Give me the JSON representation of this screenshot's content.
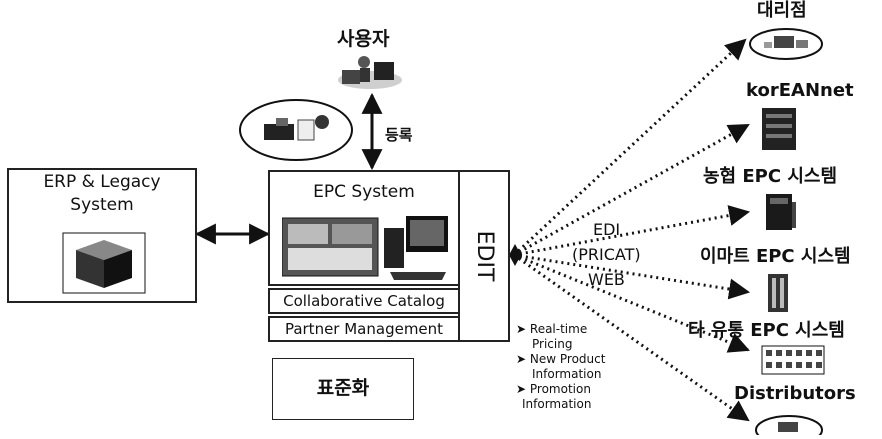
{
  "user": {
    "label": "사용자"
  },
  "register": {
    "label": "등록"
  },
  "erp": {
    "title_line1": "ERP & Legacy",
    "title_line2": "System"
  },
  "epc": {
    "title": "EPC System"
  },
  "catalog": {
    "label": "Collaborative Catalog"
  },
  "partner": {
    "label": "Partner Management"
  },
  "edit": {
    "label": "EDIT"
  },
  "standardize": {
    "label": "표준화"
  },
  "channels": {
    "line1": "EDI",
    "line2": "(PRICAT)",
    "line3": "WEB"
  },
  "info_items": [
    {
      "line1": "Real-time",
      "line2": "Pricing"
    },
    {
      "line1": "New Product",
      "line2": "Information"
    },
    {
      "line1": "Promotion",
      "line2": "Information"
    }
  ],
  "targets": [
    {
      "label": "대리점"
    },
    {
      "label": "korEANnet"
    },
    {
      "label": "농협 EPC 시스템"
    },
    {
      "label": "이마트 EPC 시스템"
    },
    {
      "label": "타 유통 EPC 시스템"
    },
    {
      "label": "Distributors"
    }
  ],
  "colors": {
    "line": "#111111",
    "icon_dark": "#1a1a1a",
    "icon_mid": "#666666",
    "icon_light": "#bbbbbb"
  }
}
